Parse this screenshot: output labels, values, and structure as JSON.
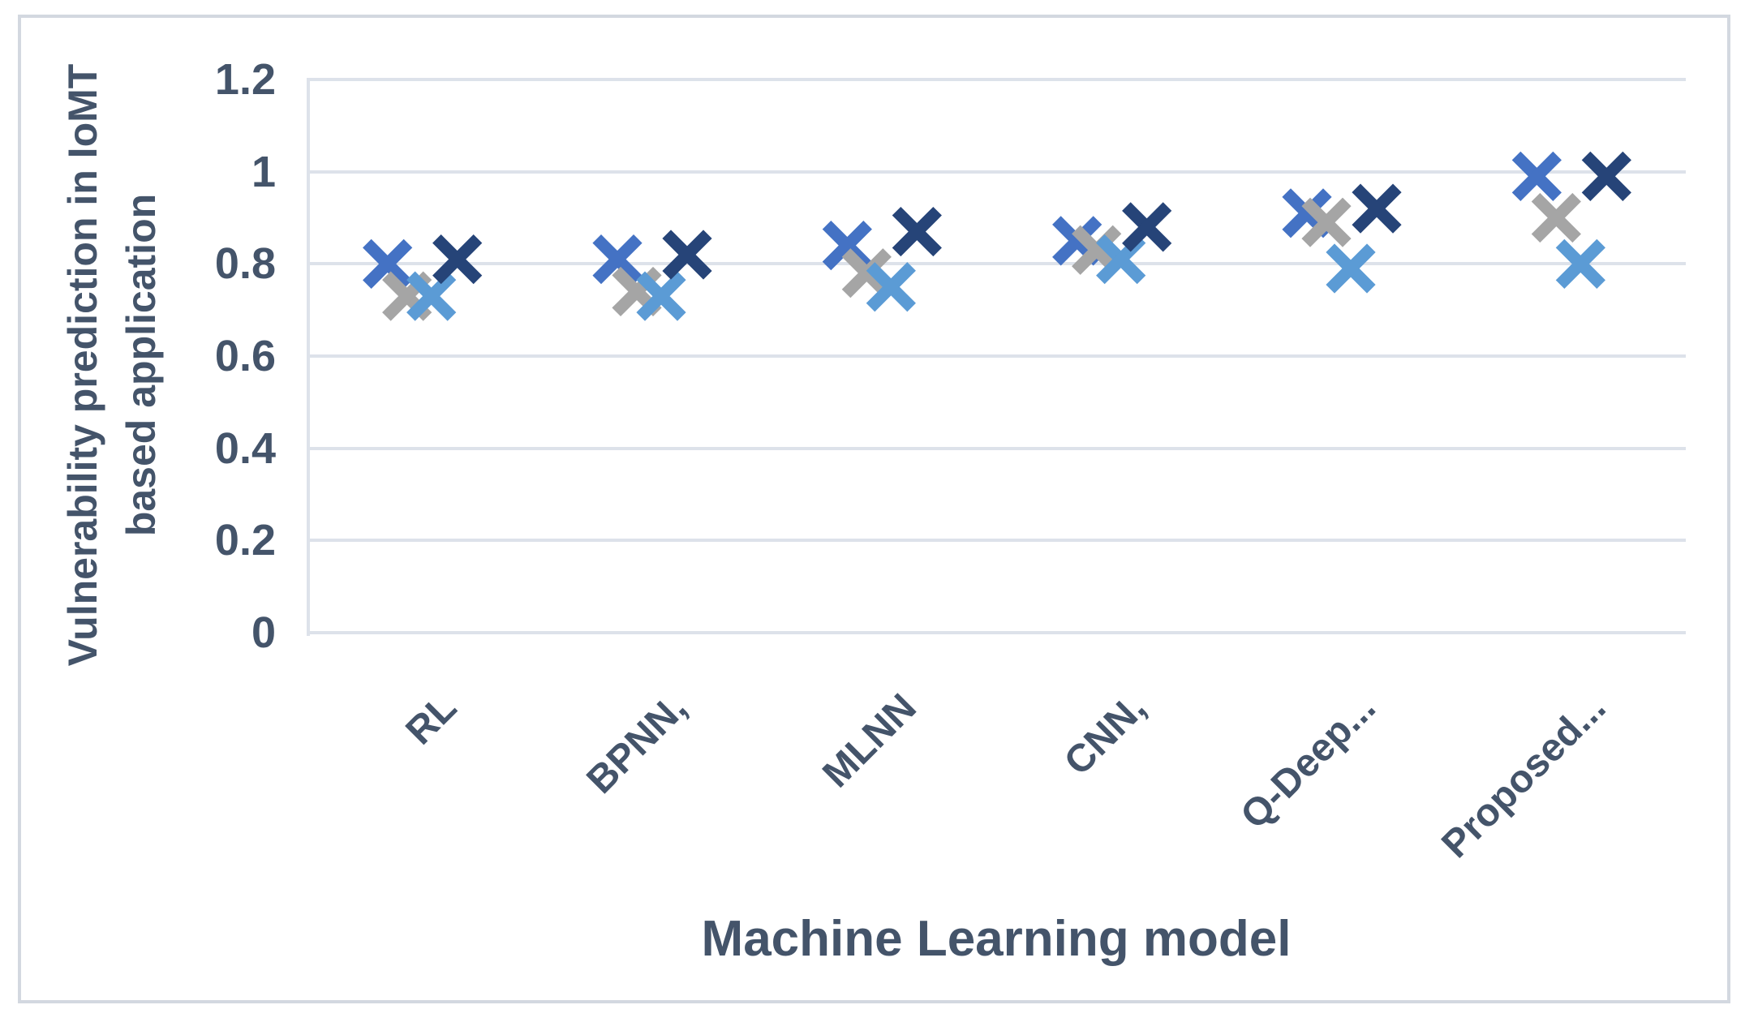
{
  "chart_data": {
    "type": "scatter",
    "title": "",
    "xlabel": "Machine Learning model",
    "ylabel": "Vulnerability prediction in IoMT based application",
    "ylabel_lines": [
      "Vulnerability prediction in IoMT",
      "based application"
    ],
    "categories": [
      "RL",
      "BPNN,",
      "MLNN",
      "CNN,",
      "Q-Deep...",
      "Proposed..."
    ],
    "y_ticks": [
      {
        "label": "1.2",
        "value": 1.2
      },
      {
        "label": "1",
        "value": 1.0
      },
      {
        "label": "0.8",
        "value": 0.8
      },
      {
        "label": "0.6",
        "value": 0.6
      },
      {
        "label": "0.4",
        "value": 0.4
      },
      {
        "label": "0.2",
        "value": 0.2
      },
      {
        "label": "0",
        "value": 0
      }
    ],
    "ylim": [
      0,
      1.2
    ],
    "grid": true,
    "legend_position": "none",
    "marker_shape": "x",
    "series": [
      {
        "name": "series-1-blue",
        "color": "#4472C4",
        "values": [
          0.8,
          0.81,
          0.84,
          0.85,
          0.91,
          0.99
        ]
      },
      {
        "name": "series-2-gray",
        "color": "#A5A5A5",
        "values": [
          0.73,
          0.74,
          0.78,
          0.83,
          0.89,
          0.9
        ]
      },
      {
        "name": "series-3-light-blue",
        "color": "#5B9BD5",
        "values": [
          0.73,
          0.73,
          0.75,
          0.81,
          0.79,
          0.8
        ]
      },
      {
        "name": "series-4-dark-navy",
        "color": "#264478",
        "values": [
          0.81,
          0.82,
          0.87,
          0.88,
          0.92,
          0.99
        ]
      }
    ]
  },
  "colors": {
    "text": "#44546A",
    "gridline": "#dde2ea",
    "frame_border": "#d3d8e0",
    "background": "#ffffff"
  }
}
